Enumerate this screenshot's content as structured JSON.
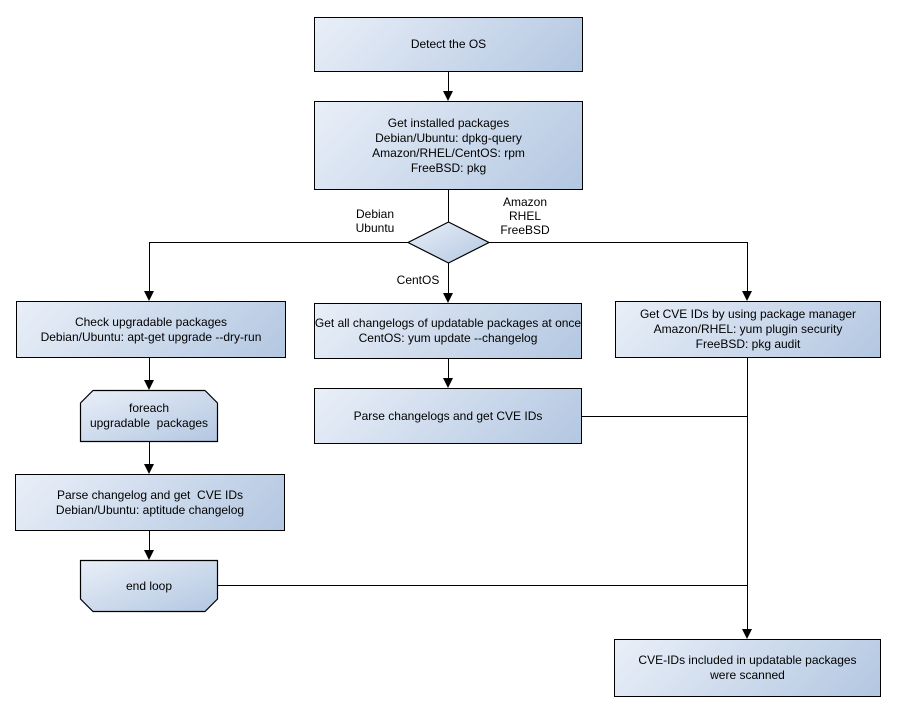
{
  "diagram_type": "flowchart",
  "nodes": {
    "detect_os": {
      "label": "Detect the OS"
    },
    "get_installed_packages": {
      "label": "Get installed packages\nDebian/Ubuntu: dpkg-query\nAmazon/RHEL/CentOS: rpm\nFreeBSD: pkg"
    },
    "check_upgradable": {
      "label": "Check upgradable packages\nDebian/Ubuntu: apt-get upgrade --dry-run"
    },
    "foreach_loop": {
      "label": "foreach\nupgradable  packages"
    },
    "parse_changelog_debian": {
      "label": "Parse changelog and get  CVE IDs\nDebian/Ubuntu: aptitude changelog"
    },
    "end_loop": {
      "label": "end loop"
    },
    "get_all_changelogs": {
      "label": "Get all changelogs of updatable packages at once\nCentOS: yum update --changelog"
    },
    "parse_changelogs": {
      "label": "Parse changelogs and get CVE IDs"
    },
    "get_cve_ids_pkg_manager": {
      "label": "Get CVE IDs by using package manager\nAmazon/RHEL: yum plugin security\nFreeBSD: pkg audit"
    },
    "scanned_result": {
      "label": "CVE-IDs included in updatable packages\nwere scanned"
    }
  },
  "edge_labels": {
    "debian_ubuntu": "Debian\nUbuntu",
    "amazon_rhel_freebsd": "Amazon\nRHEL\nFreeBSD",
    "centos": "CentOS"
  },
  "colors": {
    "node_gradient_start": "#e9eff8",
    "node_gradient_end": "#b3c7e1",
    "node_border": "#000000",
    "line": "#000000",
    "background": "#ffffff",
    "text": "#000000"
  }
}
